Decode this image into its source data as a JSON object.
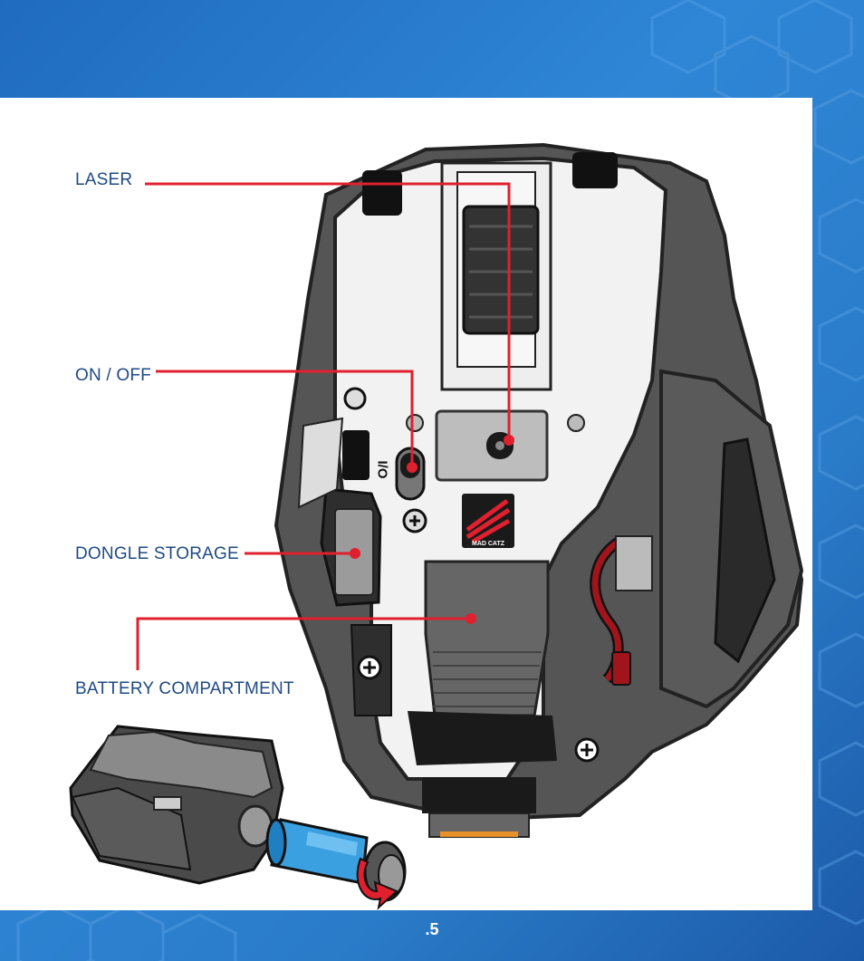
{
  "callouts": {
    "laser": "LASER",
    "on_off": "ON / OFF",
    "dongle_storage": "DONGLE STORAGE",
    "battery_compartment": "BATTERY COMPARTMENT"
  },
  "mouse": {
    "switch_label": "I/O",
    "brand_label": "MAD CATZ"
  },
  "page": {
    "number": ".5"
  },
  "colors": {
    "background": "#2a7cc9",
    "panel": "#ffffff",
    "callout_text": "#1e4a82",
    "leader_line": "#e0202e",
    "mouse_dark": "#555555",
    "mouse_light": "#f2f2f2",
    "battery": "#3aa0e0",
    "cable": "#a0141c"
  }
}
